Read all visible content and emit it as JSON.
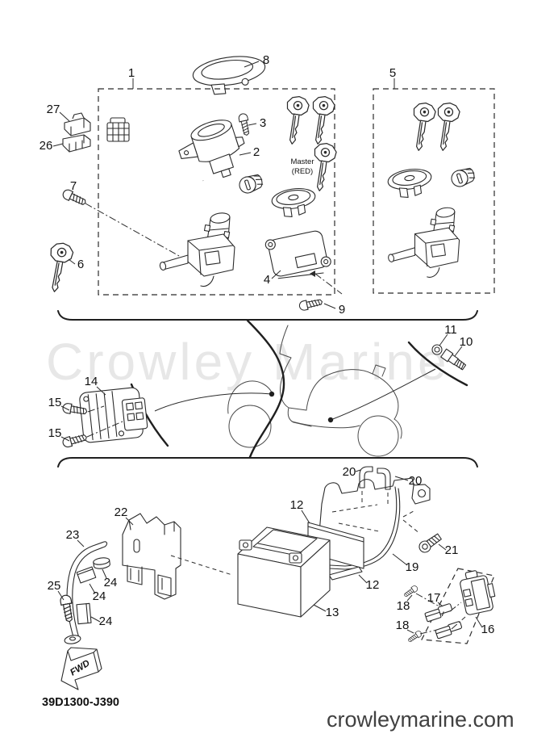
{
  "watermark": {
    "text": "Crowley Marine"
  },
  "branding": {
    "site": "crowleymarine.com"
  },
  "diagram": {
    "code": "39D1300-J390",
    "fwd_label": "FWD",
    "master_note_line1": "Master",
    "master_note_line2": "(RED)"
  },
  "callouts": {
    "c1": "1",
    "c2": "2",
    "c3": "3",
    "c4": "4",
    "c5": "5",
    "c6": "6",
    "c7": "7",
    "c8": "8",
    "c9": "9",
    "c10": "10",
    "c11": "11",
    "c12": "12",
    "c13": "13",
    "c14": "14",
    "c15": "15",
    "c16": "16",
    "c17": "17",
    "c18": "18",
    "c19": "19",
    "c20": "20",
    "c21": "21",
    "c22": "22",
    "c23": "23",
    "c24": "24",
    "c25": "25",
    "c26": "26",
    "c27": "27"
  }
}
